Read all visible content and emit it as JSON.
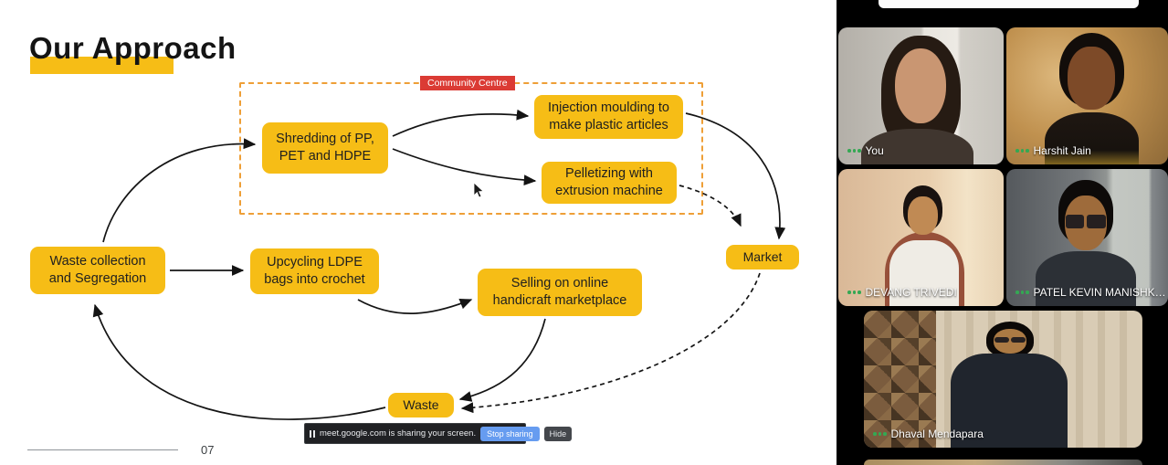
{
  "slide": {
    "title": "Our Approach",
    "page_number": "07",
    "community_centre_label": "Community Centre",
    "boxes": {
      "waste_collection": "Waste collection and Segregation",
      "shredding": "Shredding of PP, PET and HDPE",
      "injection_moulding": "Injection moulding to make plastic articles",
      "pelletizing": "Pelletizing with extrusion machine",
      "upcycling": "Upcycling LDPE bags into crochet",
      "selling": "Selling on online handicraft marketplace",
      "market": "Market",
      "waste": "Waste"
    },
    "colors": {
      "box_fill": "#F6BD16",
      "title_highlight": "#F6BD16",
      "community_border": "#EE9F37",
      "community_label_bg": "#DB3B34"
    }
  },
  "share_bar": {
    "message": "meet.google.com is sharing your screen.",
    "stop_button_label": "Stop sharing",
    "hide_button_label": "Hide"
  },
  "meet": {
    "audio_indicator_color": "#34A853",
    "participants": [
      {
        "name": "You"
      },
      {
        "name": "Harshit Jain"
      },
      {
        "name": "DEVANG TRIVEDI"
      },
      {
        "name": "PATEL KEVIN MANISHK…"
      },
      {
        "name": "Dhaval Mendapara"
      }
    ]
  }
}
